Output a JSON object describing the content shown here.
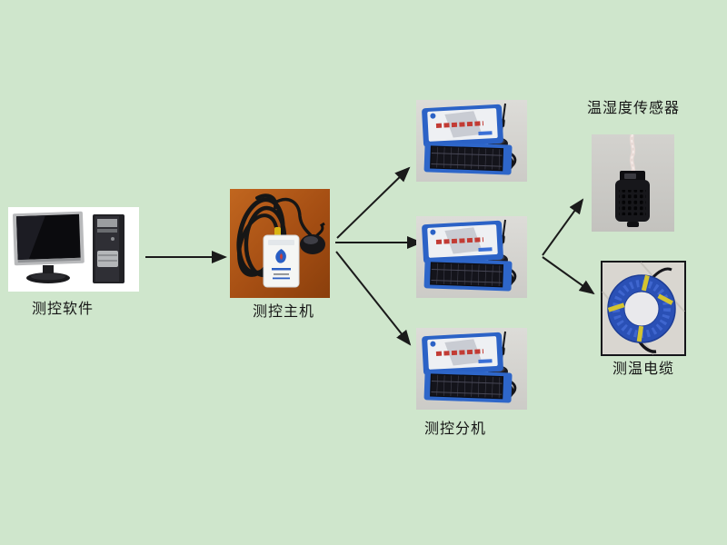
{
  "diagram": {
    "background_color": "#cfe6cc",
    "nodes": {
      "software": {
        "label": "测控软件"
      },
      "host": {
        "label": "测控主机"
      },
      "subunit": {
        "label": "测控分机",
        "count": 3
      },
      "sensor": {
        "label": "温湿度传感器"
      },
      "cable": {
        "label": "测温电缆"
      }
    },
    "connections": [
      {
        "from": "测控软件",
        "to": "测控主机"
      },
      {
        "from": "测控主机",
        "to": "测控分机 (上)"
      },
      {
        "from": "测控主机",
        "to": "测控分机 (中)"
      },
      {
        "from": "测控主机",
        "to": "测控分机 (下)"
      },
      {
        "from": "测控分机 (中)",
        "to": "温湿度传感器"
      },
      {
        "from": "测控分机 (中)",
        "to": "测温电缆"
      }
    ],
    "colors": {
      "arrow": "#1a1a1a",
      "label_text": "#151515",
      "device_blue": "#2b62c6",
      "host_wood_background": "#a85418",
      "cable_coil_blue": "#2a50b5",
      "cable_tie_yellow": "#d4c430",
      "photo_gray_background": "#d6d5d1"
    }
  }
}
